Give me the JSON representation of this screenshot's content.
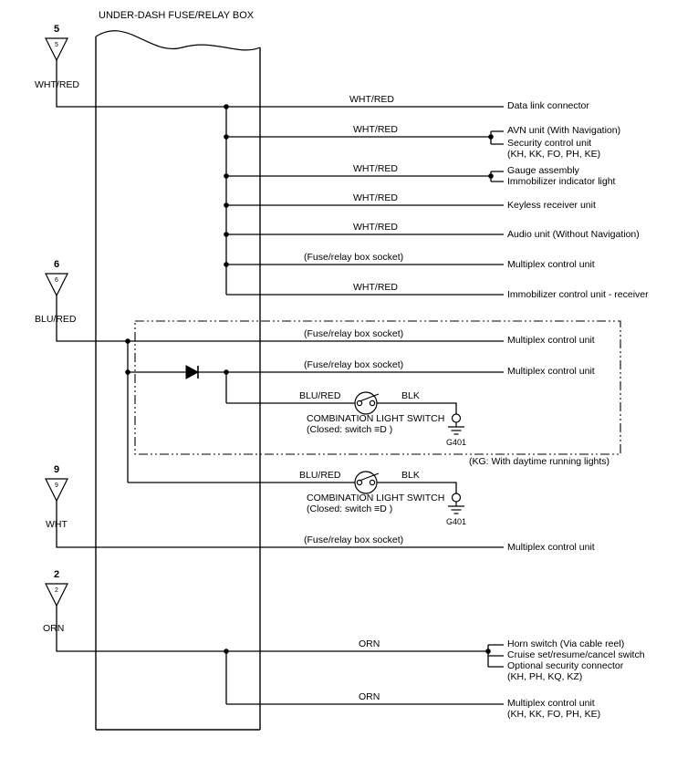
{
  "title": "UNDER-DASH FUSE/RELAY BOX",
  "connectors": {
    "c5": {
      "number": "5",
      "color": "WHT/RED"
    },
    "c6": {
      "number": "6",
      "color": "BLU/RED"
    },
    "c9": {
      "number": "9",
      "color": "WHT"
    },
    "c2": {
      "number": "2",
      "color": "ORN"
    }
  },
  "wire_labels": {
    "wht_red": "WHT/RED",
    "blu_red": "BLU/RED",
    "blk": "BLK",
    "orn": "ORN",
    "socket": "(Fuse/relay box socket)"
  },
  "components": {
    "combination_light_switch": "COMBINATION LIGHT SWITCH",
    "closed_note": "(Closed: switch ≡D )",
    "ground_name": "G401",
    "kg_note": "(KG: With daytime running lights)"
  },
  "destinations": {
    "data_link": "Data link connector",
    "avn_unit": "AVN unit (With Navigation)",
    "security_unit": "Security control unit",
    "security_models": "(KH, KK, FO, PH, KE)",
    "gauge_assembly": "Gauge assembly",
    "immobilizer_indicator": "Immobilizer indicator light",
    "keyless_receiver": "Keyless receiver unit",
    "audio_unit": "Audio unit (Without Navigation)",
    "multiplex": "Multiplex control unit",
    "immobilizer_receiver": "Immobilizer control unit - receiver",
    "horn_switch": "Horn switch (Via cable reel)",
    "cruise_switch": "Cruise set/resume/cancel switch",
    "optional_security": "Optional security connector",
    "optional_security_models": "(KH, PH, KQ, KZ)",
    "multiplex_models": "(KH, KK, FO, PH, KE)"
  }
}
